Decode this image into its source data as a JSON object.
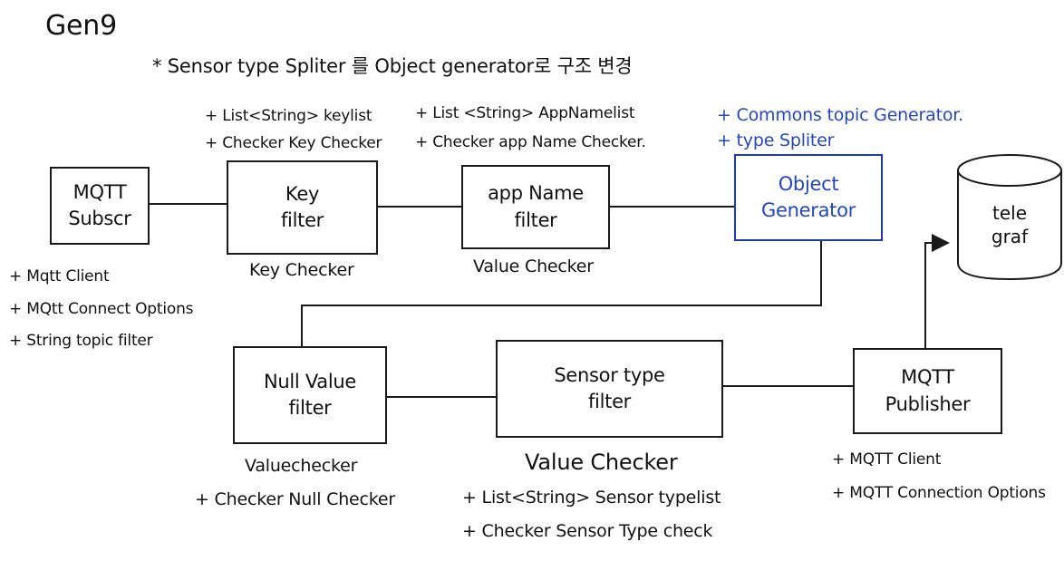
{
  "title": "Gen9",
  "note": "* Sensor type Spliter 를 Object generator로 구조 변경",
  "nodes": {
    "mqtt_subscr": {
      "line1": "MQTT",
      "line2": "Subscr"
    },
    "key_filter": {
      "line1": "Key",
      "line2": "filter"
    },
    "app_name_filter": {
      "line1": "app Name",
      "line2": "filter"
    },
    "object_generator": {
      "line1": "Object",
      "line2": "Generator"
    },
    "telegraf": {
      "line1": "tele",
      "line2": "graf"
    },
    "null_value_filter": {
      "line1": "Null Value",
      "line2": "filter"
    },
    "sensor_type_filter": {
      "line1": "Sensor type",
      "line2": "filter"
    },
    "mqtt_publisher": {
      "line1": "MQTT",
      "line2": "Publisher"
    }
  },
  "captions": {
    "key_filter": "Key Checker",
    "app_name_filter": "Value Checker",
    "null_value_filter": "Valuechecker",
    "sensor_type_filter": "Value Checker"
  },
  "annotations": {
    "mqtt_subscr": [
      "+ Mqtt Client",
      "+ MQtt Connect Options",
      "+ String topic filter"
    ],
    "key_filter": [
      "+ List<String> keylist",
      "+ Checker Key Checker"
    ],
    "app_name_filter": [
      "+ List <String> AppNamelist",
      "+ Checker app Name Checker."
    ],
    "object_generator": [
      "+ Commons topic Generator.",
      "+ type Spliter"
    ],
    "null_value_filter": [
      "+ Checker Null Checker"
    ],
    "sensor_type_filter": [
      "+ List<String> Sensor typelist",
      "+ Checker Sensor Type check"
    ],
    "mqtt_publisher": [
      "+ MQTT Client",
      "+ MQTT Connection Options"
    ]
  },
  "colors": {
    "ink": "#1a1a1a",
    "blue": "#2446c2"
  }
}
